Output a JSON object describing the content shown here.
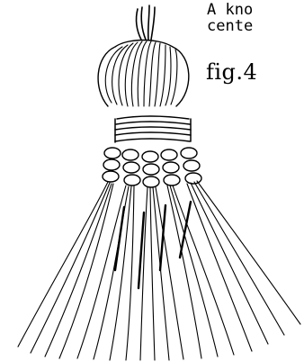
{
  "caption": {
    "line1": "A kno",
    "line2": "cente"
  },
  "figure": {
    "label": "fig.4",
    "subject": "tassel-with-knotted-bead-wrap"
  }
}
